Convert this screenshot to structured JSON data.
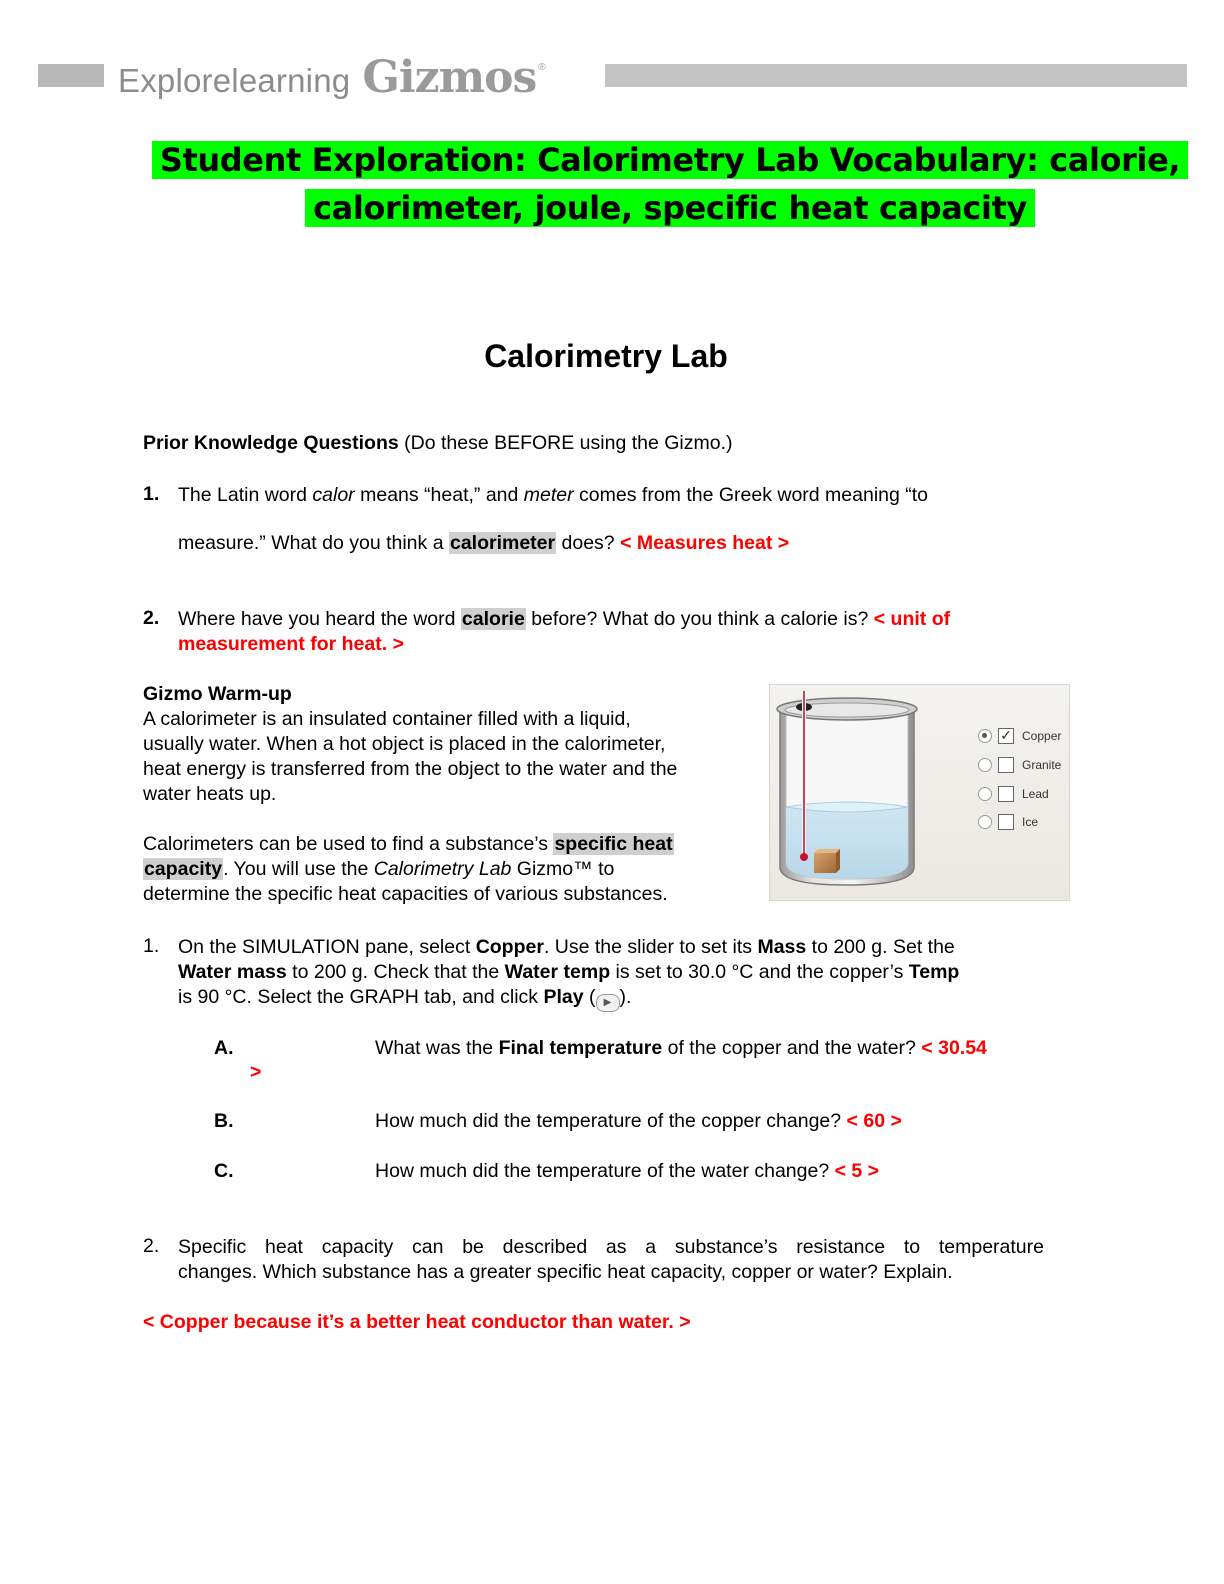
{
  "header": {
    "brand_explore": "Explore",
    "brand_learning": "learning",
    "brand_gizmos": "Gizmos",
    "brand_reg": "®"
  },
  "title": "Student Exploration: Calorimetry Lab Vocabulary: calorie, calorimeter, joule, specific heat capacity",
  "section_title": "Calorimetry Lab",
  "prior": {
    "label": "Prior Knowledge Questions",
    "note": " (Do these BEFORE using the Gizmo.)",
    "q1_num": "1.",
    "q1_a": "The Latin word ",
    "q1_calor": "calor",
    "q1_b": " means “heat,” and ",
    "q1_meter": "meter",
    "q1_c": " comes from the Greek word meaning “to",
    "q1_d": "measure.” What do you think a ",
    "q1_term": "calorimeter",
    "q1_e": " does? ",
    "q1_answer": "< Measures heat >",
    "q2_num": "2.",
    "q2_a": "Where have you heard the word ",
    "q2_term": "calorie",
    "q2_b": " before? What do you think a calorie is? ",
    "q2_answer1": "< unit of",
    "q2_answer2": "measurement for heat.  >"
  },
  "warmup": {
    "heading": "Gizmo Warm-up",
    "p1": [
      "A calorimeter is an insulated container filled with a liquid,",
      "usually water. When a hot object is placed in the calorimeter,",
      "heat energy is transferred from the object to the water and the",
      "water heats up."
    ],
    "p2_a": "Calorimeters can be used to find a substance’s ",
    "p2_term1": "specific heat",
    "p2_term2": "capacity",
    "p2_b": ". You will use the ",
    "p2_gizmo": "Calorimetry Lab",
    "p2_c": " Gizmo™ to",
    "p2_d": "determine the specific heat capacities of various substances."
  },
  "sim": {
    "options": [
      {
        "label": "Copper",
        "selected": true,
        "checked": true
      },
      {
        "label": "Granite",
        "selected": false,
        "checked": false
      },
      {
        "label": "Lead",
        "selected": false,
        "checked": false
      },
      {
        "label": "Ice",
        "selected": false,
        "checked": false
      }
    ],
    "check_glyph": "✓",
    "play_glyph": "▶"
  },
  "step1": {
    "num": "1.",
    "l1_a": "On the SIMULATION pane, select ",
    "l1_copper": "Copper",
    "l1_b": ". Use the slider to set its ",
    "l1_mass": "Mass",
    "l1_c": " to 200 g. Set the",
    "l2_wm": "Water mass",
    "l2_a": " to 200 g. Check that the ",
    "l2_wt": "Water temp",
    "l2_b": " is set to 30.0 °C and the copper’s ",
    "l2_temp": "Temp",
    "l3_a": "is 90 °C. Select the GRAPH tab, and click ",
    "l3_play": "Play",
    "l3_b": " (",
    "l3_c": ").",
    "A_label": "A.",
    "A_a": "What was the ",
    "A_b": "Final temperature",
    "A_c": " of the copper and the water? ",
    "A_answer1": "< 30.54",
    "A_answer2": ">",
    "B_label": "B.",
    "B_text": "How much did the temperature of the copper change? ",
    "B_answer": "< 60 >",
    "C_label": "C.",
    "C_text": "How much did the temperature of the water change? ",
    "C_answer": "< 5 >"
  },
  "step2": {
    "num": "2.",
    "line1": "Specific heat capacity can be described as a substance’s resistance to temperature",
    "line2": "changes. Which substance has a greater specific heat capacity, copper or water? Explain.",
    "answer": "< Copper because it’s a better heat conductor than water. >"
  },
  "colors": {
    "title_highlight": "#00ff00",
    "answer": "#ff0000",
    "term_highlight": "#cfcfcf"
  }
}
